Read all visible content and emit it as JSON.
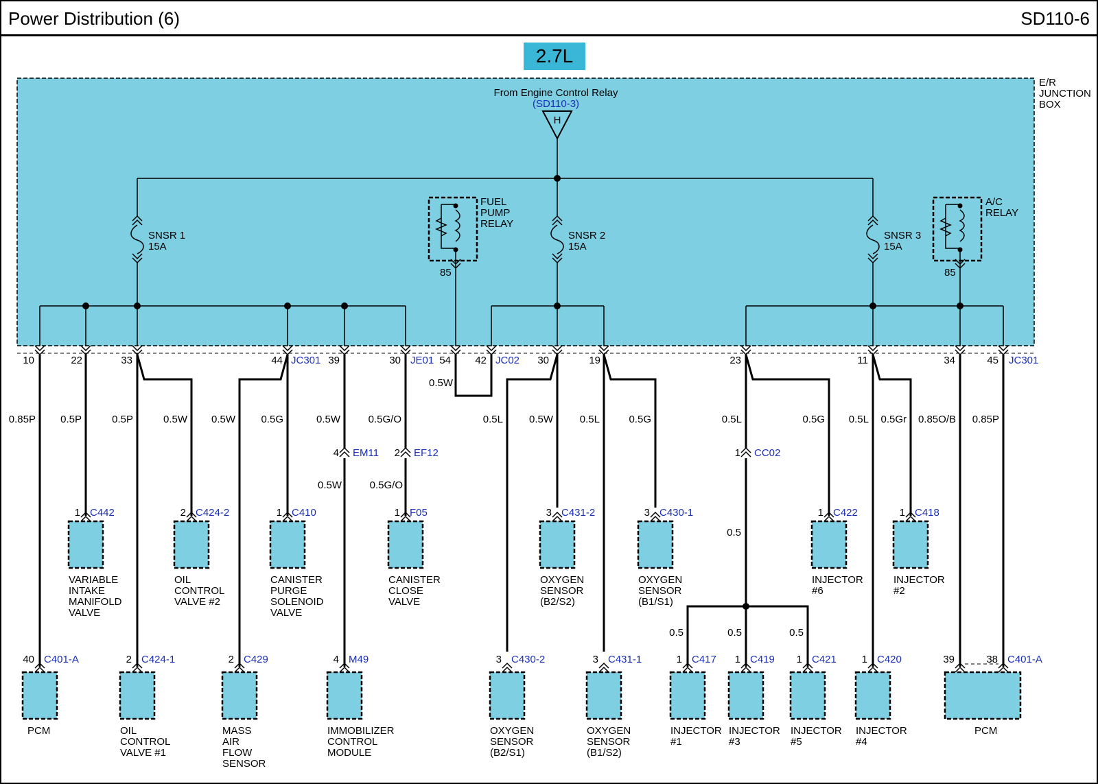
{
  "header": {
    "title": "Power Distribution (6)",
    "code": "SD110-6"
  },
  "engine": "2.7L",
  "junction_box": {
    "label": [
      "E/R",
      "JUNCTION",
      "BOX"
    ]
  },
  "source": {
    "text": "From Engine Control Relay",
    "ref": "(SD110-3)",
    "symbol": "H"
  },
  "fuses": [
    {
      "name": "SNSR 1",
      "rating": "15A"
    },
    {
      "name": "SNSR 2",
      "rating": "15A"
    },
    {
      "name": "SNSR 3",
      "rating": "15A"
    }
  ],
  "relays": [
    {
      "label": [
        "FUEL",
        "PUMP",
        "RELAY"
      ],
      "pin": "85"
    },
    {
      "label": [
        "A/C",
        "RELAY"
      ],
      "pin": "85"
    }
  ],
  "pins": [
    "10",
    "22",
    "33",
    "44",
    "39",
    "30",
    "54",
    "42",
    "30",
    "19",
    "23",
    "11",
    "34",
    "45"
  ],
  "junction_refs": [
    "JC301",
    "JE01",
    "JC02",
    "JC301"
  ],
  "wires_upper": [
    "0.85P",
    "0.5P",
    "0.5P",
    "0.5W",
    "0.5W",
    "0.5G",
    "0.5W",
    "0.5G/O",
    "0.5W",
    "0.5L",
    "0.5W",
    "0.5L",
    "0.5G",
    "0.5L",
    "0.5G",
    "0.5L",
    "0.5Gr",
    "0.85O/B",
    "0.85P"
  ],
  "inline": [
    {
      "pin": "4",
      "ref": "EM11",
      "wire": "0.5W"
    },
    {
      "pin": "2",
      "ref": "EF12",
      "wire": "0.5G/O"
    },
    {
      "pin": "1",
      "ref": "CC02",
      "wire": "0.5"
    }
  ],
  "splice_wires": [
    "0.5",
    "0.5",
    "0.5"
  ],
  "components_mid": [
    {
      "pin": "1",
      "ref": "C442",
      "label": [
        "VARIABLE",
        "INTAKE",
        "MANIFOLD",
        "VALVE"
      ]
    },
    {
      "pin": "2",
      "ref": "C424-2",
      "label": [
        "OIL",
        "CONTROL",
        "VALVE #2"
      ]
    },
    {
      "pin": "1",
      "ref": "C410",
      "label": [
        "CANISTER",
        "PURGE",
        "SOLENOID",
        "VALVE"
      ]
    },
    {
      "pin": "1",
      "ref": "F05",
      "label": [
        "CANISTER",
        "CLOSE",
        "VALVE"
      ]
    },
    {
      "pin": "3",
      "ref": "C431-2",
      "label": [
        "OXYGEN",
        "SENSOR",
        "(B2/S2)"
      ]
    },
    {
      "pin": "3",
      "ref": "C430-1",
      "label": [
        "OXYGEN",
        "SENSOR",
        "(B1/S1)"
      ]
    },
    {
      "pin": "1",
      "ref": "C422",
      "label": [
        "INJECTOR",
        "#6"
      ]
    },
    {
      "pin": "1",
      "ref": "C418",
      "label": [
        "INJECTOR",
        "#2"
      ]
    }
  ],
  "components_bottom": [
    {
      "pin": "40",
      "ref": "C401-A",
      "label": [
        "PCM"
      ]
    },
    {
      "pin": "2",
      "ref": "C424-1",
      "label": [
        "OIL",
        "CONTROL",
        "VALVE #1"
      ]
    },
    {
      "pin": "2",
      "ref": "C429",
      "label": [
        "MASS",
        "AIR",
        "FLOW",
        "SENSOR"
      ]
    },
    {
      "pin": "4",
      "ref": "M49",
      "label": [
        "IMMOBILIZER",
        "CONTROL",
        "MODULE"
      ]
    },
    {
      "pin": "3",
      "ref": "C430-2",
      "label": [
        "OXYGEN",
        "SENSOR",
        "(B2/S1)"
      ]
    },
    {
      "pin": "3",
      "ref": "C431-1",
      "label": [
        "OXYGEN",
        "SENSOR",
        "(B1/S2)"
      ]
    },
    {
      "pin": "1",
      "ref": "C417",
      "label": [
        "INJECTOR",
        "#1"
      ]
    },
    {
      "pin": "1",
      "ref": "C419",
      "label": [
        "INJECTOR",
        "#3"
      ]
    },
    {
      "pin": "1",
      "ref": "C421",
      "label": [
        "INJECTOR",
        "#5"
      ]
    },
    {
      "pin": "1",
      "ref": "C420",
      "label": [
        "INJECTOR",
        "#4"
      ]
    },
    {
      "pin": "39",
      "pin2": "38",
      "ref": "C401-A",
      "label": [
        "PCM"
      ]
    }
  ],
  "colors": {
    "box_fill": "#7fcfe3",
    "badge_fill": "#3ab7d6",
    "ref_text": "#1a2fb5"
  }
}
